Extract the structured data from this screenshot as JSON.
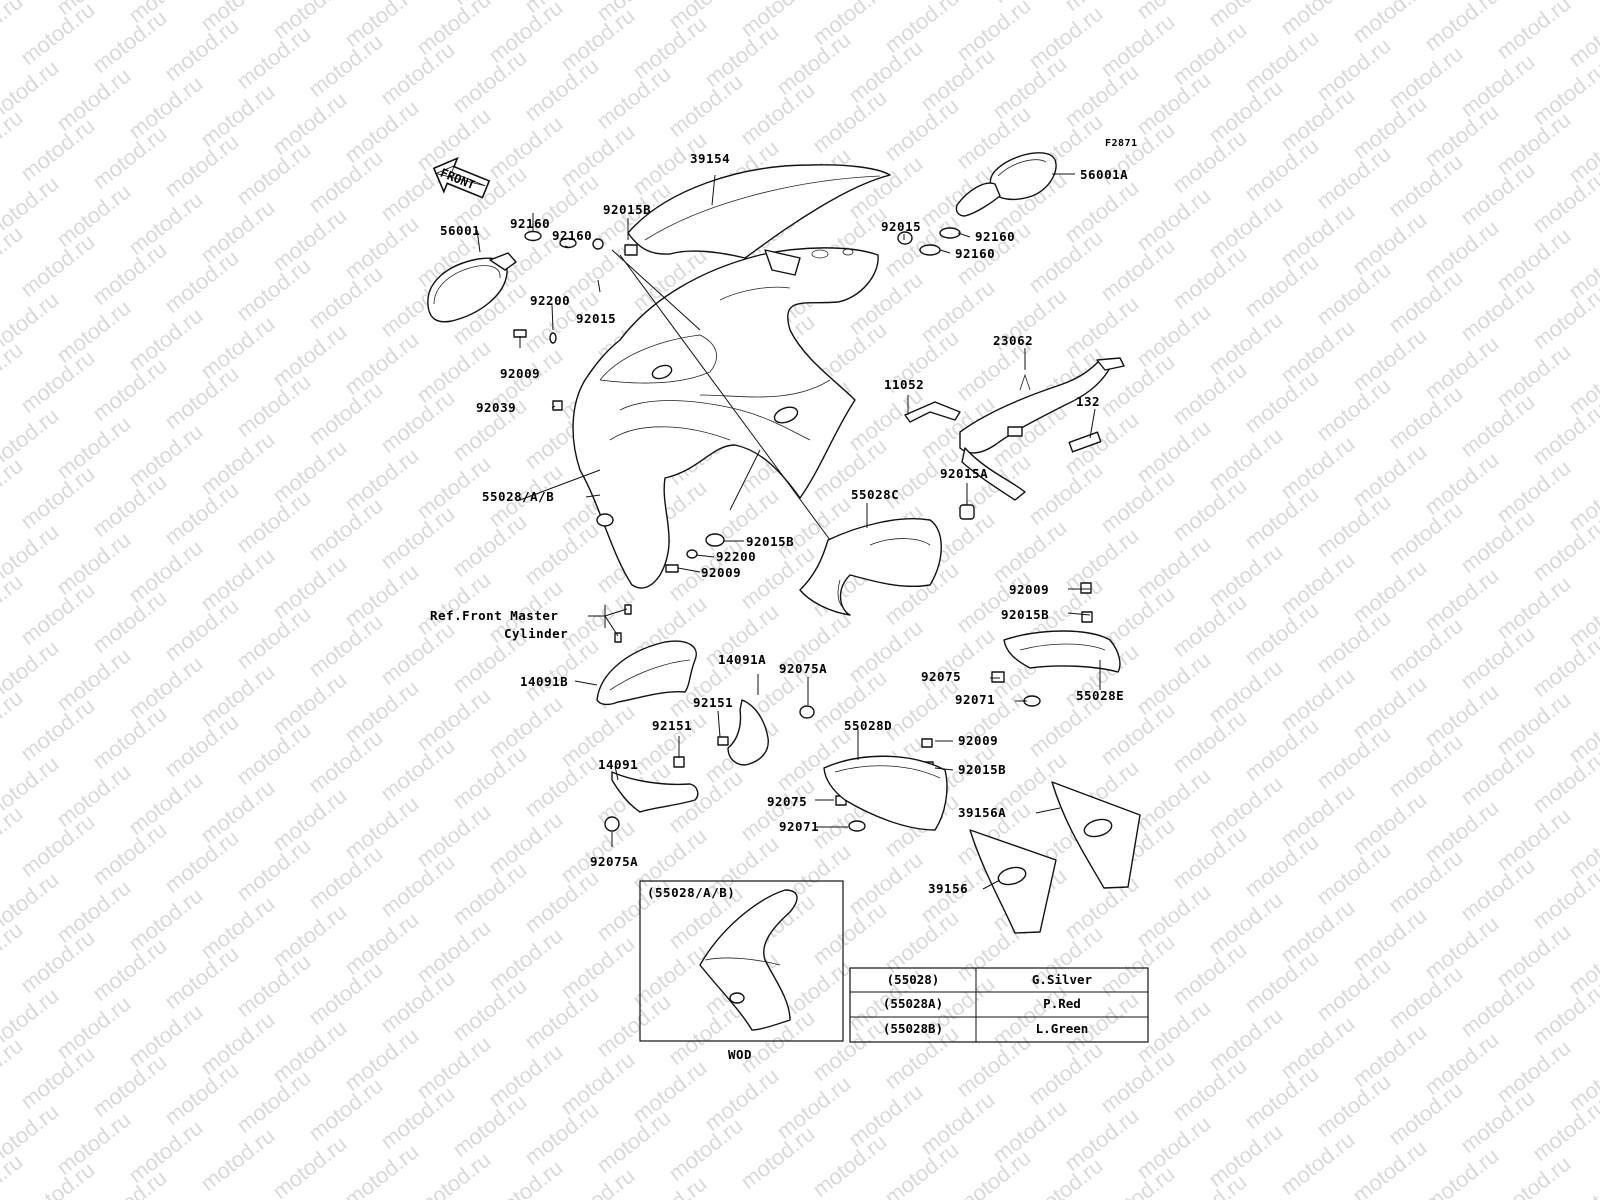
{
  "watermark": "motod.ru",
  "figure_code": "F2871",
  "front_arrow": "FRONT",
  "callouts": {
    "p39154": "39154",
    "p56001A": "56001A",
    "p56001": "56001",
    "p92160_a": "92160",
    "p92160_b": "92160",
    "p92160_c": "92160",
    "p92160_d": "92160",
    "p92015B_top": "92015B",
    "p92015_left": "92015",
    "p92015_right": "92015",
    "p92200_top": "92200",
    "p92009_left": "92009",
    "p92039": "92039",
    "p23062": "23062",
    "p11052": "11052",
    "p132": "132",
    "p92015A": "92015A",
    "p55028AB": "55028/A/B",
    "p55028C": "55028C",
    "p92015B_mid": "92015B",
    "p92200_mid": "92200",
    "p92009_mid": "92009",
    "p92009_r1": "92009",
    "p92015B_r1": "92015B",
    "ref_line1": "Ref.Front Master",
    "ref_line2": "Cylinder",
    "p14091A": "14091A",
    "p92075A_top": "92075A",
    "p14091B": "14091B",
    "p92151_a": "92151",
    "p92151_b": "92151",
    "p14091": "14091",
    "p92075A_bot": "92075A",
    "p92075_r": "92075",
    "p92071_r": "92071",
    "p55028E": "55028E",
    "p55028D": "55028D",
    "p92009_r2": "92009",
    "p92015B_r2": "92015B",
    "p92075_m": "92075",
    "p92071_m": "92071",
    "p39156A": "39156A",
    "p39156": "39156"
  },
  "inset": {
    "label": "(55028/A/B)",
    "caption": "WOD"
  },
  "color_table": [
    {
      "part": "(55028)",
      "color": "G.Silver"
    },
    {
      "part": "(55028A)",
      "color": "P.Red"
    },
    {
      "part": "(55028B)",
      "color": "L.Green"
    }
  ]
}
